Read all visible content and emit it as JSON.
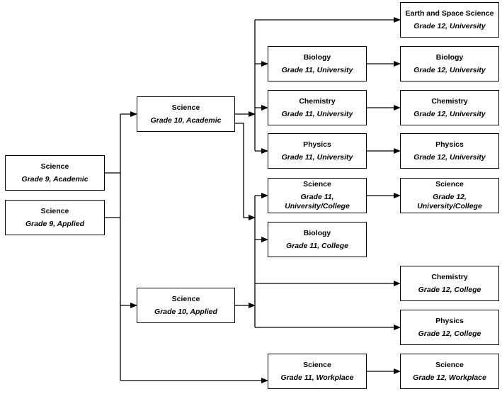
{
  "courses": {
    "sci9a": {
      "title": "Science",
      "level": "Grade 9, Academic"
    },
    "sci9p": {
      "title": "Science",
      "level": "Grade 9, Applied"
    },
    "sci10a": {
      "title": "Science",
      "level": "Grade 10, Academic"
    },
    "sci10p": {
      "title": "Science",
      "level": "Grade 10, Applied"
    },
    "bio11u": {
      "title": "Biology",
      "level": "Grade 11, University"
    },
    "che11u": {
      "title": "Chemistry",
      "level": "Grade 11, University"
    },
    "phy11u": {
      "title": "Physics",
      "level": "Grade 11, University"
    },
    "sci11m": {
      "title": "Science",
      "level": "Grade 11, University/College"
    },
    "bio11c": {
      "title": "Biology",
      "level": "Grade 11, College"
    },
    "sci11w": {
      "title": "Science",
      "level": "Grade 11, Workplace"
    },
    "ess12u": {
      "title": "Earth and Space Science",
      "level": "Grade 12, University"
    },
    "bio12u": {
      "title": "Biology",
      "level": "Grade 12, University"
    },
    "che12u": {
      "title": "Chemistry",
      "level": "Grade 12, University"
    },
    "phy12u": {
      "title": "Physics",
      "level": "Grade 12, University"
    },
    "sci12m": {
      "title": "Science",
      "level": "Grade 12, University/College"
    },
    "che12c": {
      "title": "Chemistry",
      "level": "Grade 12, College"
    },
    "phy12c": {
      "title": "Physics",
      "level": "Grade 12, College"
    },
    "sci12w": {
      "title": "Science",
      "level": "Grade 12, Workplace"
    }
  }
}
